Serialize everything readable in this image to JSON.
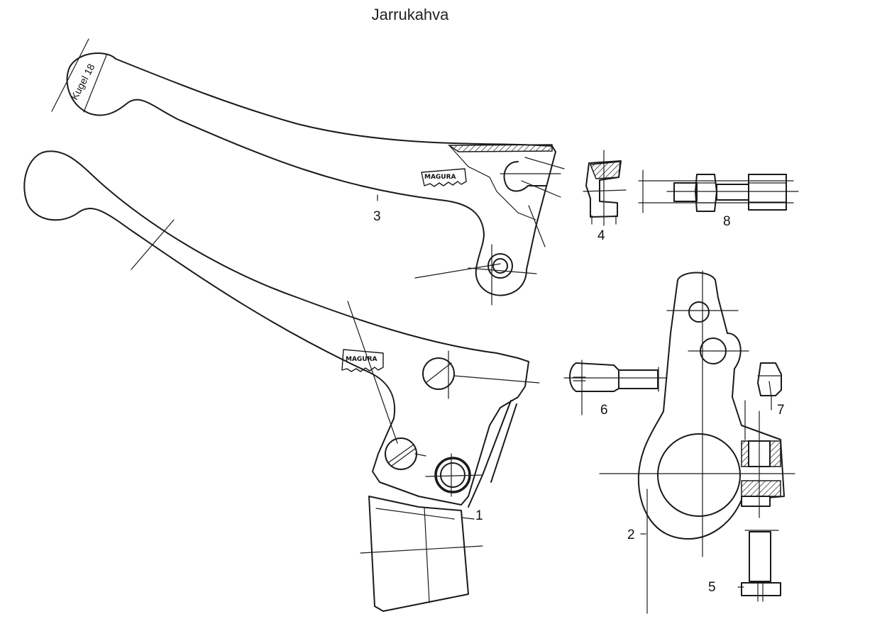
{
  "title": "Jarrukahva",
  "annotations": {
    "ball": "Kugel 18",
    "brand_upper": "MAGURA",
    "brand_lower": "MAGURA"
  },
  "parts": [
    {
      "id": "part-1",
      "label": "1"
    },
    {
      "id": "part-2",
      "label": "2"
    },
    {
      "id": "part-3",
      "label": "3"
    },
    {
      "id": "part-4",
      "label": "4"
    },
    {
      "id": "part-5",
      "label": "5"
    },
    {
      "id": "part-6",
      "label": "6"
    },
    {
      "id": "part-7",
      "label": "7"
    },
    {
      "id": "part-8",
      "label": "8"
    }
  ]
}
